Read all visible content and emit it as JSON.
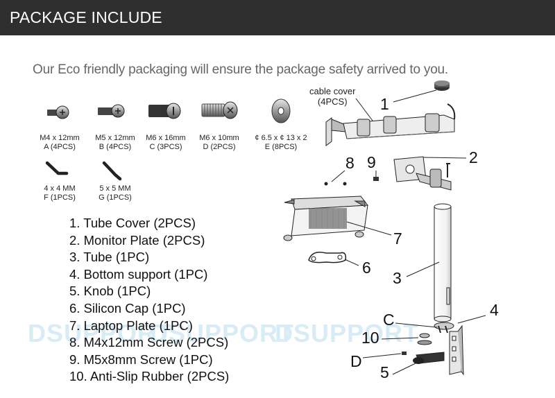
{
  "header": {
    "title": "PACKAGE INCLUDE"
  },
  "intro": "Our Eco friendly packaging will ensure the package safety arrived to you.",
  "hardware": [
    {
      "spec": "M4 x 12mm",
      "code": "A (4PCS)",
      "icon": "screw-icon"
    },
    {
      "spec": "M5 x 12mm",
      "code": "B (4PCS)",
      "icon": "screw-icon"
    },
    {
      "spec": "M6 x 16mm",
      "code": "C (3PCS)",
      "icon": "screw-icon"
    },
    {
      "spec": "M6 x 10mm",
      "code": "D (2PCS)",
      "icon": "screw-icon"
    },
    {
      "spec": "¢ 6.5 x ¢ 13 x 2",
      "code": "E (8PCS)",
      "icon": "washer-icon"
    },
    {
      "spec": "4 x 4 MM",
      "code": "F (1PCS)",
      "icon": "allen-key-icon"
    },
    {
      "spec": "5 x 5 MM",
      "code": "G (1PCS)",
      "icon": "allen-key-icon"
    }
  ],
  "parts_list": [
    "1. Tube Cover (2PCS)",
    "2. Monitor Plate (2PCS)",
    "3. Tube (1PC)",
    "4. Bottom support (1PC)",
    "5. Knob (1PC)",
    "6. Silicon Cap (1PC)",
    "7. Laptop Plate (1PC)",
    "8. M4x12mm Screw (2PCS)",
    "9. M5x8mm Screw (1PC)",
    "10. Anti-Slip Rubber (2PCS)"
  ],
  "diagram": {
    "cable_cover_label": "cable cover",
    "cable_cover_qty": "(4PCS)",
    "callouts": [
      "1",
      "2",
      "3",
      "4",
      "5",
      "6",
      "7",
      "8",
      "9",
      "10",
      "C",
      "D"
    ]
  },
  "watermark": [
    "DSUPPORT",
    "DSUPPORT",
    "DSUPPORT"
  ]
}
